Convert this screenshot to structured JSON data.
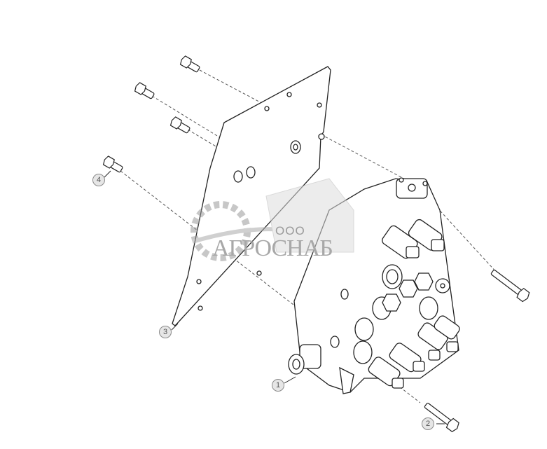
{
  "diagram": {
    "type": "exploded-parts-view",
    "subject": "hydraulic control valve block with mounting plate and bolts",
    "callouts": [
      {
        "id": "1",
        "label": "1",
        "part": "control valve block"
      },
      {
        "id": "2",
        "label": "2",
        "part": "long flange bolt"
      },
      {
        "id": "3",
        "label": "3",
        "part": "mounting plate"
      },
      {
        "id": "4",
        "label": "4",
        "part": "short flange bolt"
      }
    ]
  },
  "watermark": {
    "prefix": "ООО",
    "name": "АГРОСНАБ"
  },
  "colors": {
    "line": "#222222",
    "dash": "#555555",
    "callout_fill": "#e6e6e6",
    "watermark": "#a8a8a8"
  }
}
